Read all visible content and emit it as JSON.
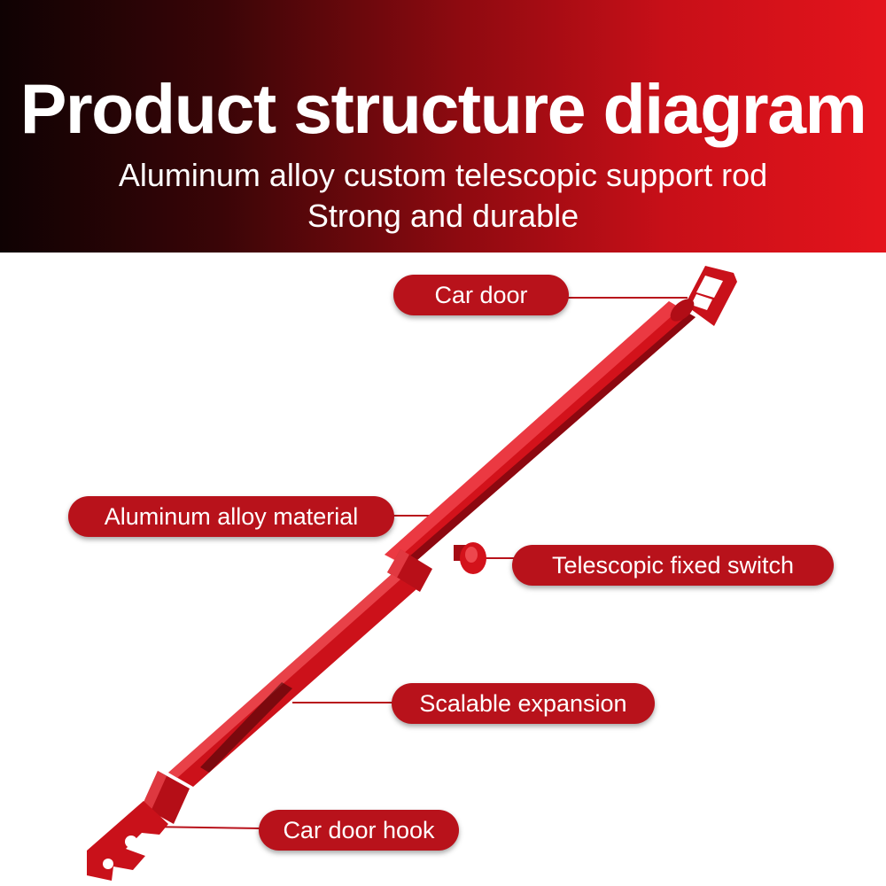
{
  "header": {
    "title": "Product structure diagram",
    "subtitle_line1": "Aluminum alloy custom telescopic support rod",
    "subtitle_line2": "Strong and durable"
  },
  "labels": {
    "car_door": "Car door",
    "aluminum_alloy_material": "Aluminum alloy material",
    "telescopic_fixed_switch": "Telescopic fixed switch",
    "scalable_expansion": "Scalable expansion",
    "car_door_hook": "Car door hook"
  },
  "colors": {
    "banner_dark": "#0f0203",
    "banner_red": "#e4141c",
    "pill": "#b8121b",
    "rod": "#d6121c"
  }
}
